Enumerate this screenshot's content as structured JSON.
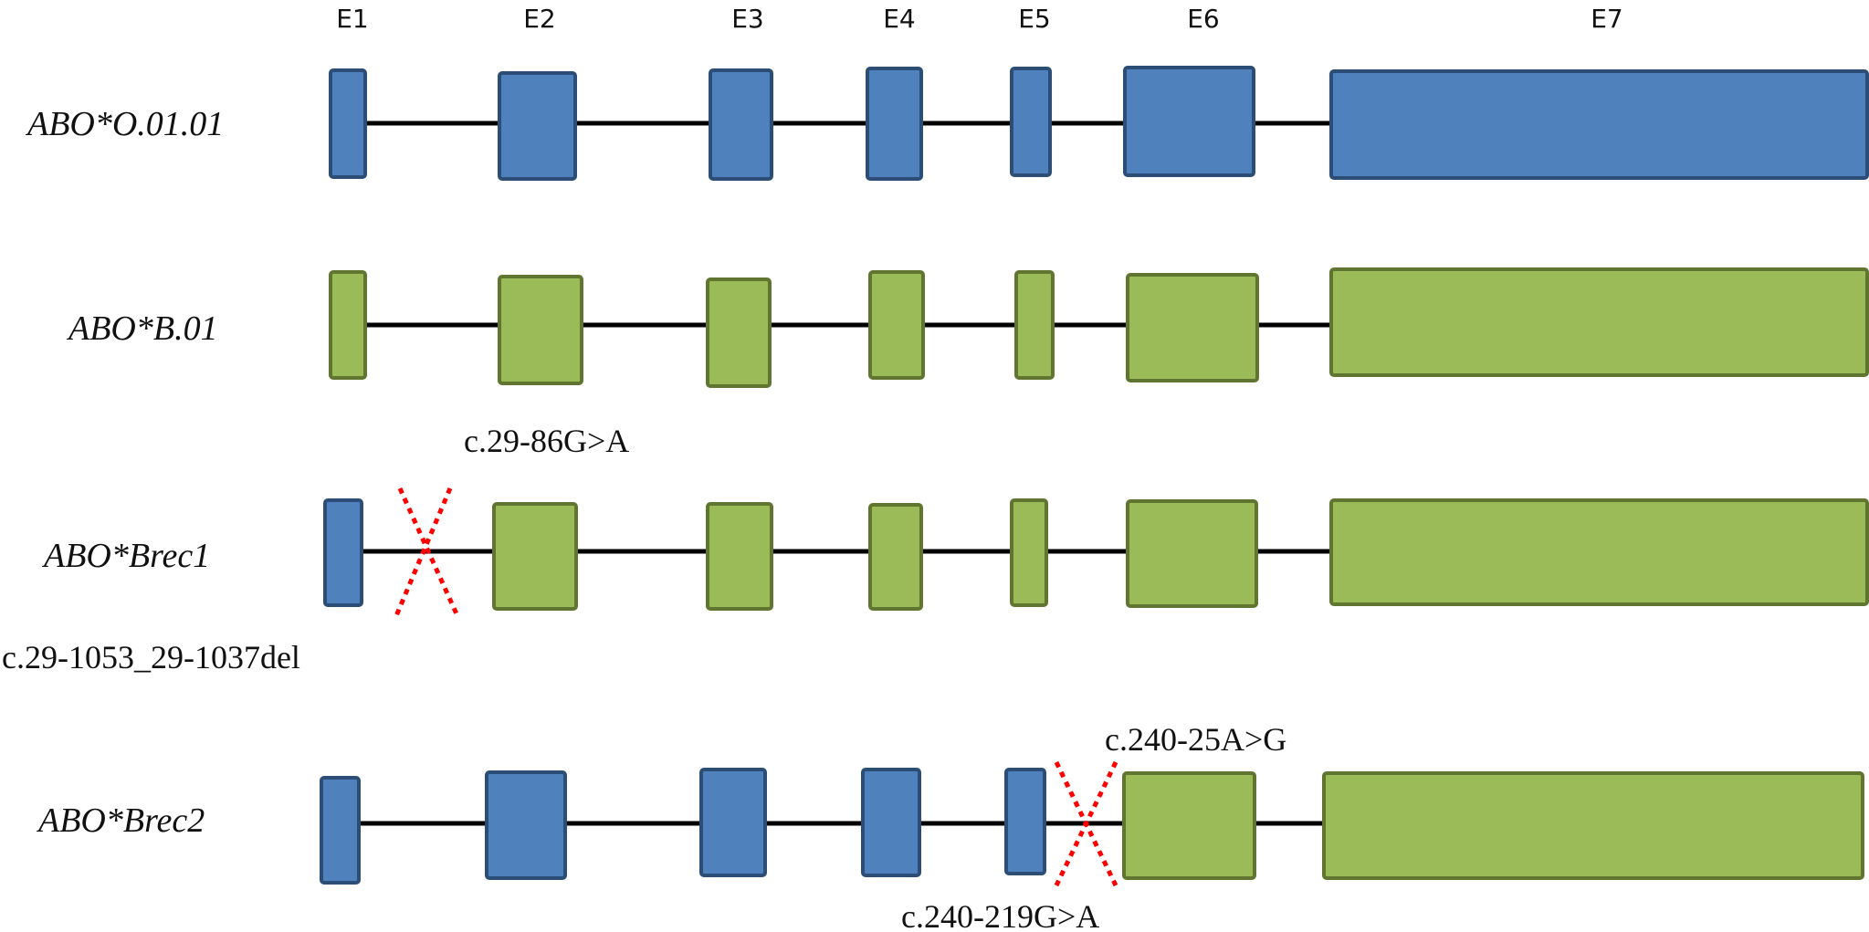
{
  "colors": {
    "blue_fill": "#4F81BD",
    "blue_stroke": "#2C4D75",
    "green_fill": "#9BBB59",
    "green_stroke": "#5F7530",
    "intron_line": "#000000",
    "deletion_mark": "#FF0000"
  },
  "exon_labels": [
    "E1",
    "E2",
    "E3",
    "E4",
    "E5",
    "E6",
    "E7"
  ],
  "alleles": [
    {
      "name": "ABO*O.01.01",
      "exon_colors": [
        "blue",
        "blue",
        "blue",
        "blue",
        "blue",
        "blue",
        "blue"
      ]
    },
    {
      "name": "ABO*B.01",
      "exon_colors": [
        "green",
        "green",
        "green",
        "green",
        "green",
        "green",
        "green"
      ]
    },
    {
      "name": "ABO*Brec1",
      "exon_colors": [
        "blue",
        "green",
        "green",
        "green",
        "green",
        "green",
        "green"
      ]
    },
    {
      "name": "ABO*Brec2",
      "exon_colors": [
        "blue",
        "blue",
        "blue",
        "blue",
        "blue",
        "green",
        "green"
      ]
    }
  ],
  "variants": {
    "brec1_intron1_snv": "c.29-86G>A",
    "brec1_deletion": "c.29-1053_29-1037del",
    "brec2_intron5_a": "c.240-25A>G",
    "brec2_intron5_b": "c.240-219G>A"
  }
}
